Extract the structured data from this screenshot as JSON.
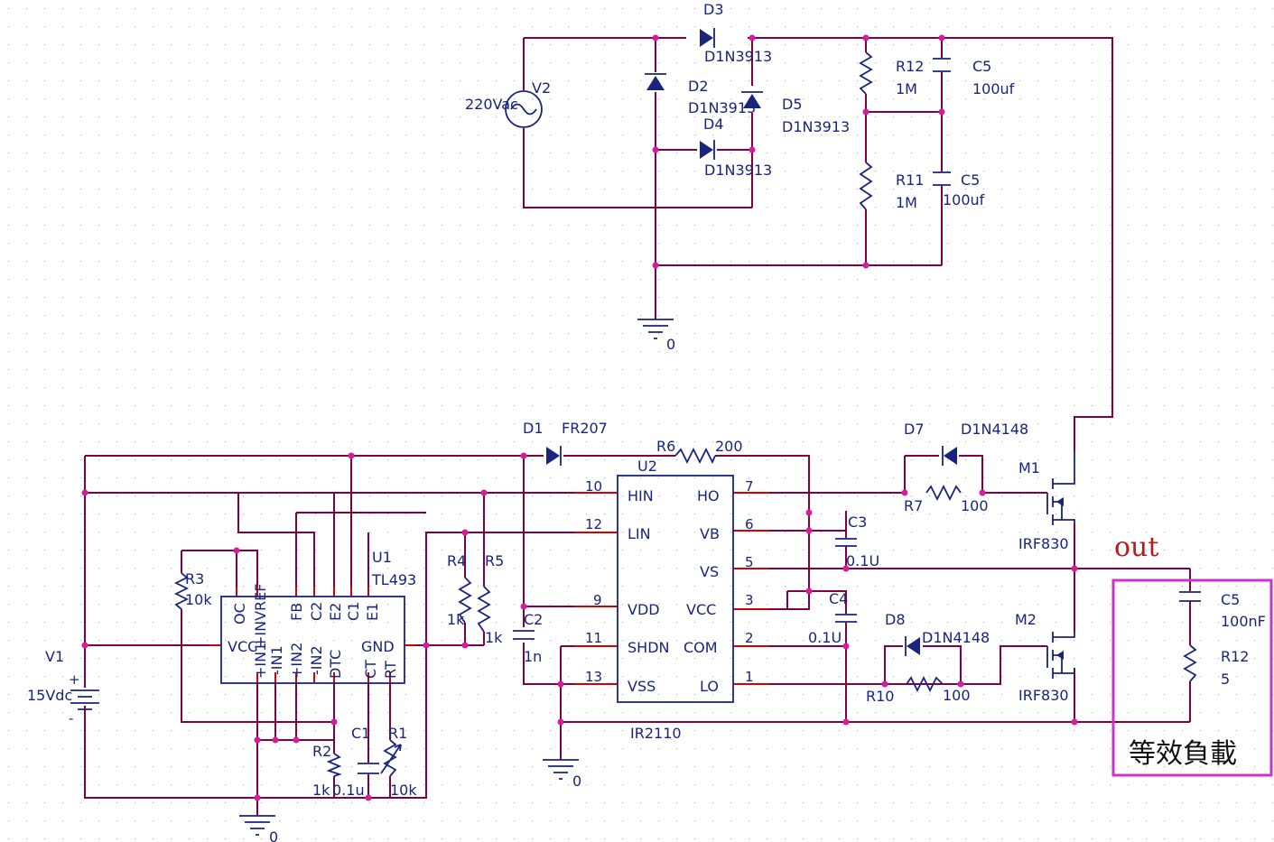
{
  "colors": {
    "wire": "#800040",
    "component": "#1a237e",
    "pin": "#d50000",
    "junction": "#d81b9b",
    "highlight": "#cc33cc",
    "out": "#b71c1c"
  },
  "ac_source": {
    "ref": "V2",
    "value": "220Vac"
  },
  "dc_source": {
    "ref": "V1",
    "value": "15Vdc",
    "plus": "+",
    "minus": "-"
  },
  "bridge": [
    {
      "ref": "D3",
      "value": "D1N3913"
    },
    {
      "ref": "D2",
      "value": "D1N3913"
    },
    {
      "ref": "D4",
      "value": "D1N3913"
    },
    {
      "ref": "D5",
      "value": "D1N3913"
    }
  ],
  "bus_parts": [
    {
      "ref": "R12",
      "value": "1M"
    },
    {
      "ref": "C5",
      "value": "100uf"
    },
    {
      "ref": "R11",
      "value": "1M"
    },
    {
      "ref": "C5",
      "value": "100uf"
    }
  ],
  "grounds": [
    "0",
    "0",
    "0"
  ],
  "u1": {
    "ref": "U1",
    "part": "TL493",
    "top_pins": [
      "OC",
      "+INVREF",
      "FB",
      "C2",
      "E2",
      "C1",
      "E1"
    ],
    "left_pin": "VCC",
    "right_pin": "GND",
    "bottom_pins": [
      "+IN1",
      "-IN1",
      "+IN2",
      "-IN2",
      "DTC",
      "CT",
      "RT"
    ]
  },
  "u2": {
    "ref": "U2",
    "part": "IR2110",
    "left_pins": [
      {
        "name": "HIN",
        "num": "10"
      },
      {
        "name": "LIN",
        "num": "12"
      },
      {
        "name": "VDD",
        "num": "9"
      },
      {
        "name": "SHDN",
        "num": "11"
      },
      {
        "name": "VSS",
        "num": "13"
      }
    ],
    "right_pins": [
      {
        "name": "HO",
        "num": "7"
      },
      {
        "name": "VB",
        "num": "6"
      },
      {
        "name": "VS",
        "num": "5"
      },
      {
        "name": "VCC",
        "num": "3"
      },
      {
        "name": "COM",
        "num": "2"
      },
      {
        "name": "LO",
        "num": "1"
      }
    ]
  },
  "d1": {
    "ref": "D1",
    "value": "FR207"
  },
  "r6": {
    "ref": "R6",
    "value": "200"
  },
  "d7": {
    "ref": "D7",
    "value": "D1N4148"
  },
  "r7": {
    "ref": "R7",
    "value": "100"
  },
  "d8": {
    "ref": "D8",
    "value": "D1N4148"
  },
  "r10": {
    "ref": "R10",
    "value": "100"
  },
  "c3": {
    "ref": "C3",
    "value": "0.1U"
  },
  "c4": {
    "ref": "C4",
    "value": "0.1U"
  },
  "m1": {
    "ref": "M1",
    "value": "IRF830"
  },
  "m2": {
    "ref": "M2",
    "value": "IRF830"
  },
  "r3": {
    "ref": "R3",
    "value": "10k"
  },
  "r4": {
    "ref": "R4",
    "value": "1k"
  },
  "r5": {
    "ref": "R5",
    "value": "1k"
  },
  "c2": {
    "ref": "C2",
    "value": "1n"
  },
  "r2": {
    "ref": "R2",
    "value": "1k"
  },
  "c1": {
    "ref": "C1",
    "value": "0.1u"
  },
  "r1": {
    "ref": "R1",
    "value": "10k"
  },
  "load": {
    "c_ref": "C5",
    "c_value": "100nF",
    "r_ref": "R12",
    "r_value": "5",
    "out_label": "out",
    "box_label": "等效負載"
  }
}
